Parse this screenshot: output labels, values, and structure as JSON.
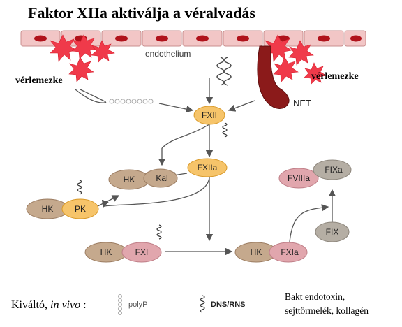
{
  "title": "Faktor XIIa aktiválja a véralvadás",
  "labels": {
    "endothelium": "endothelium",
    "platelets_left": "vérlemezke",
    "platelets_right": "vérlemezke",
    "net": "NET"
  },
  "nodes": {
    "fxii": "FXII",
    "fxiia": "FXIIa",
    "hk_kal_hk": "HK",
    "hk_kal_kal": "Kal",
    "hk_pk_hk": "HK",
    "hk_pk_pk": "PK",
    "hk_fxi_hk": "HK",
    "hk_fxi_fxi": "FXI",
    "hk_fxia_hk": "HK",
    "hk_fxia_fxia": "FXIa",
    "fviiia": "FVIIIa",
    "fixa": "FIXa",
    "fix": "FIX"
  },
  "legend": {
    "caption_prefix": "Kiváltó, ",
    "caption_italic": "in vivo",
    "caption_suffix": " :",
    "polyp": "polyP",
    "dns_rns": "DNS/RNS",
    "bakt": "Bakt endotoxin,",
    "sejt": "sejttörmelék, kollagén"
  },
  "colors": {
    "cell_fill": "#f2c6c6",
    "cell_border": "#c98f8f",
    "nucleus": "#b0121b",
    "burst": "#f03a4a",
    "net": "#8b1a1a",
    "hk_fill": "#c5a98d",
    "orange_fill": "#f6c46a",
    "pink_fill": "#e1a6ad",
    "gray_fill": "#b5aea4"
  }
}
